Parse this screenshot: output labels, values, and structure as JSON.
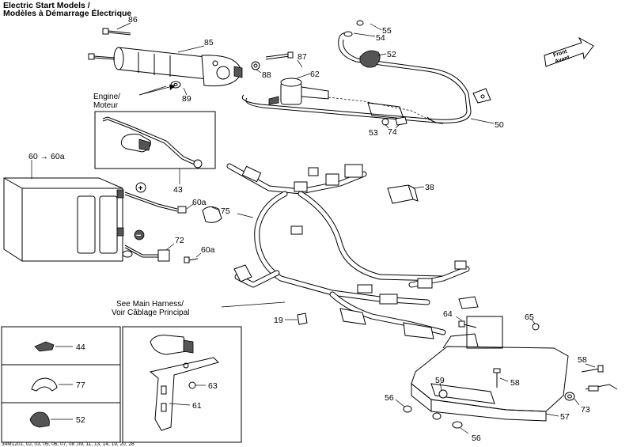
{
  "header": {
    "title_line1": "Electric Start Models /",
    "title_line2": "Modèles à Démarrage Électrique"
  },
  "front_arrow": {
    "line1": "Front",
    "line2": "Avant"
  },
  "notes": {
    "engine_line1": "Engine/",
    "engine_line2": "Moteur",
    "harness_line1": "See Main Harness/",
    "harness_line2": "Voir Câblage Principal",
    "battery_label": "60 → 60a",
    "plus_symbol": "+",
    "minus_symbol": "−"
  },
  "callouts": {
    "p86": "86",
    "p85": "85",
    "p87": "87",
    "p88": "88",
    "p89": "89",
    "p62": "62",
    "p55": "55",
    "p54": "54",
    "p52": "52",
    "p50": "50",
    "p53": "53",
    "p74": "74",
    "p43": "43",
    "p38": "38",
    "p60a_1": "60a",
    "p75": "75",
    "p72": "72",
    "p60a_2": "60a",
    "p19": "19",
    "p64": "64",
    "p65": "65",
    "p58_1": "58",
    "p58_2": "58",
    "p59": "59",
    "p56_1": "56",
    "p56_2": "56",
    "p57": "57",
    "p73": "73",
    "p63": "63",
    "p61": "61",
    "p44": "44",
    "p77": "77",
    "p52_box": "52"
  },
  "footer": {
    "code": "34M1201, 02, 03, 05, 06, 07, 08 ,09, 11, 13, 14, 19, 20, 28"
  }
}
